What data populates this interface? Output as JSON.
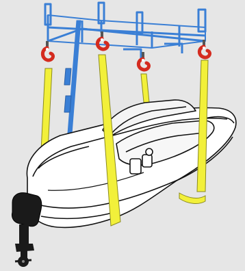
{
  "illustration": {
    "subject": "boat-lifting-with-slings",
    "colors": {
      "background": "#e6e6e6",
      "frame": "#3a7fd5",
      "frame_light": "#7fb0ea",
      "sling": "#f2f03a",
      "sling_edge": "#8a8a20",
      "hook": "#d42b1f",
      "hull": "#ffffff",
      "outline": "#111111",
      "engine": "#1a1a1a"
    },
    "parts": {
      "frame": "lifting-frame",
      "hooks": 4,
      "slings": 4,
      "engine": "outboard-engine"
    }
  }
}
